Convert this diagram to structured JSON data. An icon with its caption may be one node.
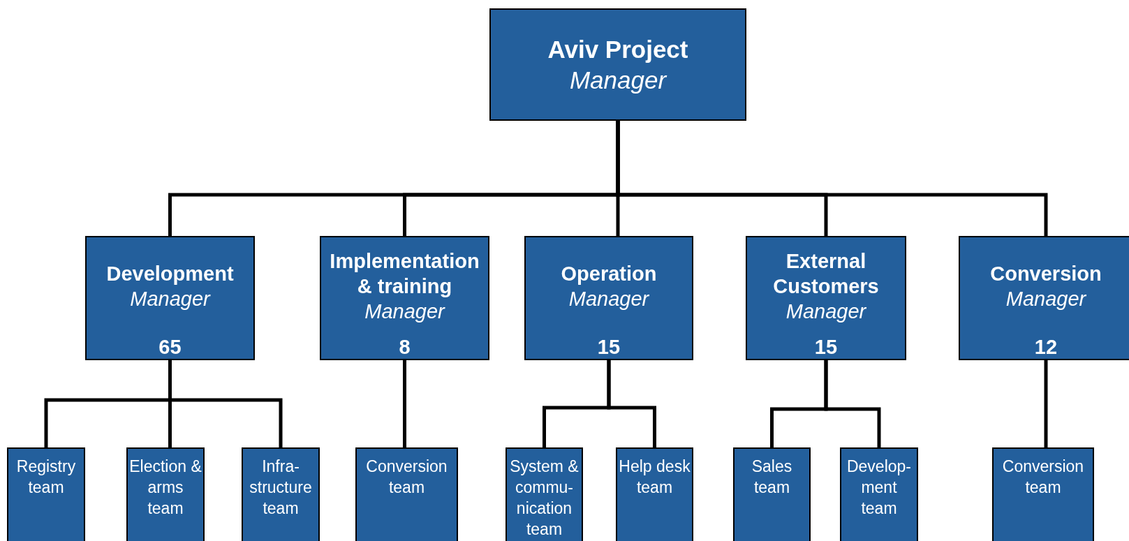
{
  "diagram": {
    "nodes": [
      {
        "text": [
          "Aviv Project",
          "Manager"
        ]
      },
      {
        "text": [
          "Development",
          "Manager",
          "65"
        ]
      },
      {
        "text": [
          "Implementation & training",
          "Manager",
          "8"
        ]
      },
      {
        "text": [
          "Operation",
          "Manager",
          "15"
        ]
      },
      {
        "text": [
          "External Customers",
          "Manager",
          "15"
        ]
      },
      {
        "text": [
          "Conversion",
          "Manager",
          "12"
        ]
      },
      {
        "text": [
          "Registry team"
        ]
      },
      {
        "text": [
          "Election & arms team"
        ]
      },
      {
        "text": [
          "Infra-structure team"
        ]
      },
      {
        "text": [
          "Conversion team"
        ]
      },
      {
        "text": [
          "System & commu-nication team"
        ]
      },
      {
        "text": [
          "Help desk team"
        ]
      },
      {
        "text": [
          "Sales team"
        ]
      },
      {
        "text": [
          "Develop-ment team"
        ]
      },
      {
        "text": [
          "Conversion team"
        ]
      }
    ],
    "edges": [
      {
        "from": 0,
        "to": 1,
        "arrow": "none"
      },
      {
        "from": 0,
        "to": 2,
        "arrow": "none"
      },
      {
        "from": 0,
        "to": 3,
        "arrow": "none"
      },
      {
        "from": 0,
        "to": 4,
        "arrow": "none"
      },
      {
        "from": 0,
        "to": 5,
        "arrow": "none"
      },
      {
        "from": 1,
        "to": 6,
        "arrow": "none"
      },
      {
        "from": 1,
        "to": 7,
        "arrow": "none"
      },
      {
        "from": 1,
        "to": 8,
        "arrow": "none"
      },
      {
        "from": 2,
        "to": 9,
        "arrow": "none"
      },
      {
        "from": 3,
        "to": 10,
        "arrow": "none"
      },
      {
        "from": 3,
        "to": 11,
        "arrow": "none"
      },
      {
        "from": 4,
        "to": 12,
        "arrow": "none"
      },
      {
        "from": 4,
        "to": 13,
        "arrow": "none"
      },
      {
        "from": 5,
        "to": 14,
        "arrow": "none"
      }
    ]
  }
}
